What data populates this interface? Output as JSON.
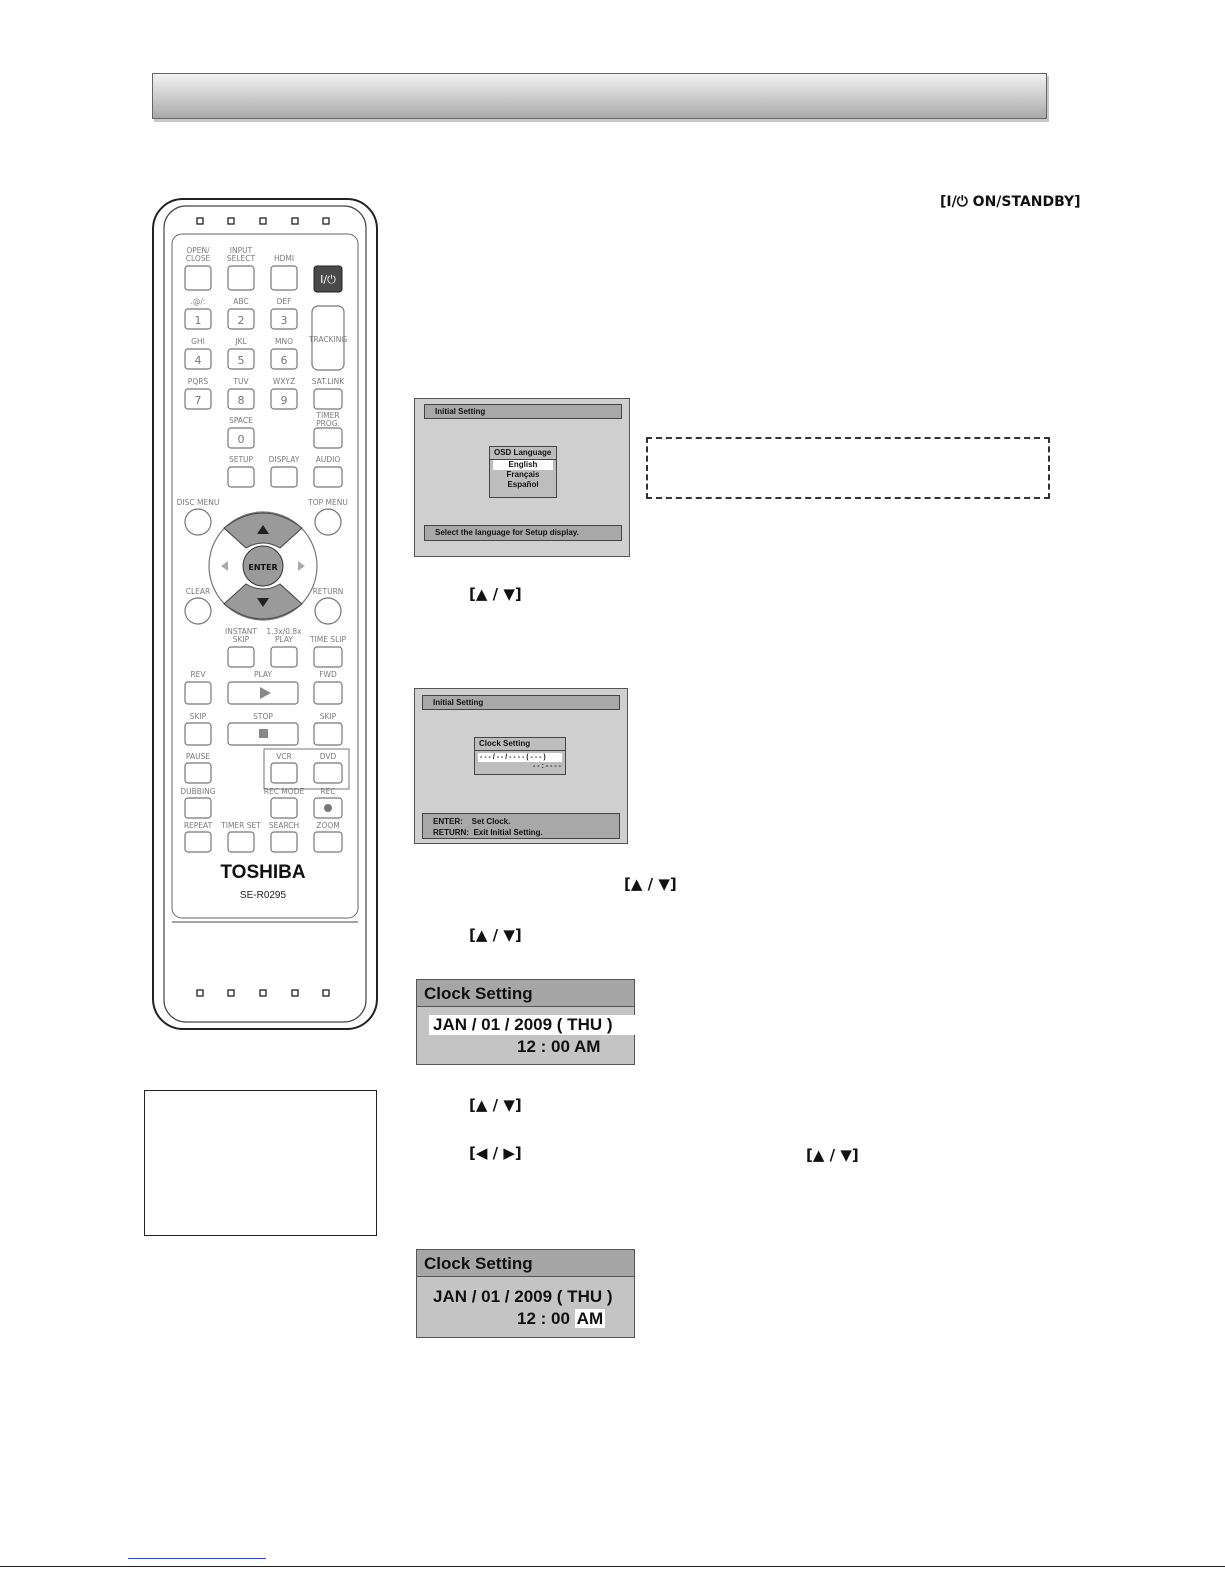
{
  "header": {
    "title": ""
  },
  "standby_key": "[I/⏻ ON/STANDBY]",
  "remote": {
    "brand": "TOSHIBA",
    "model": "SE-R0295",
    "keys": {
      "open_close": "OPEN/\nCLOSE",
      "input_select": "INPUT\nSELECT",
      "hdmi": "HDMI",
      "power": "I/⏻",
      "abc_top": ".@/:",
      "abc": "ABC",
      "def": "DEF",
      "ghi": "GHI",
      "jkl": "JKL",
      "mno": "MNO",
      "tracking": "TRACKING",
      "pqrs": "PQRS",
      "tuv": "TUV",
      "wxyz": "WXYZ",
      "satlink": "SAT.LINK",
      "space": "SPACE",
      "timer_prog": "TIMER\nPROG.",
      "setup": "SETUP",
      "display": "DISPLAY",
      "audio": "AUDIO",
      "disc_menu": "DISC MENU",
      "top_menu": "TOP MENU",
      "enter": "ENTER",
      "clear": "CLEAR",
      "return": "RETURN",
      "instant_skip": "INSTANT\nSKIP",
      "speed_play": "1.3x/0.8x\nPLAY",
      "time_slip": "TIME SLIP",
      "rev": "REV",
      "play": "PLAY",
      "fwd": "FWD",
      "skip_l": "SKIP",
      "stop": "STOP",
      "skip_r": "SKIP",
      "pause": "PAUSE",
      "vcr": "VCR",
      "dvd": "DVD",
      "dubbing": "DUBBING",
      "rec_mode": "REC MODE",
      "rec": "REC",
      "repeat": "REPEAT",
      "timer_set": "TIMER SET",
      "search": "SEARCH",
      "zoom": "ZOOM"
    },
    "digits": [
      "1",
      "2",
      "3",
      "4",
      "5",
      "6",
      "7",
      "8",
      "9",
      "0"
    ]
  },
  "osd_language": {
    "top_bar": "Initial Setting",
    "box_title": "OSD Language",
    "options": [
      "English",
      "Français",
      "Español"
    ],
    "selected": "English",
    "bottom_bar": "Select the language for Setup display."
  },
  "osd_clock": {
    "top_bar": "Initial Setting",
    "box_title": "Clock Setting",
    "date_row": "- - - / - - / - - - - ( - - - )",
    "time_row": "- - : - - - -",
    "help_line1": "ENTER:    Set Clock.",
    "help_line2": "RETURN:  Exit Initial Setting."
  },
  "keys": {
    "updown": "[▲ / ▼]",
    "leftright": "[◀ / ▶]"
  },
  "clock_panel_1": {
    "title": "Clock Setting",
    "date": "JAN / 01 / 2009 ( THU )",
    "time": "12 : 00",
    "ampm": "AM"
  },
  "clock_panel_2": {
    "title": "Clock Setting",
    "date": "JAN / 01 / 2009 ( THU )",
    "time": "12 : 00",
    "ampm": "AM"
  },
  "colors": {
    "banner_light": "#f2f2f2",
    "banner_dark": "#a9a9a9",
    "power_key": "#4a4a4a",
    "footer_link": "#3344cc"
  }
}
